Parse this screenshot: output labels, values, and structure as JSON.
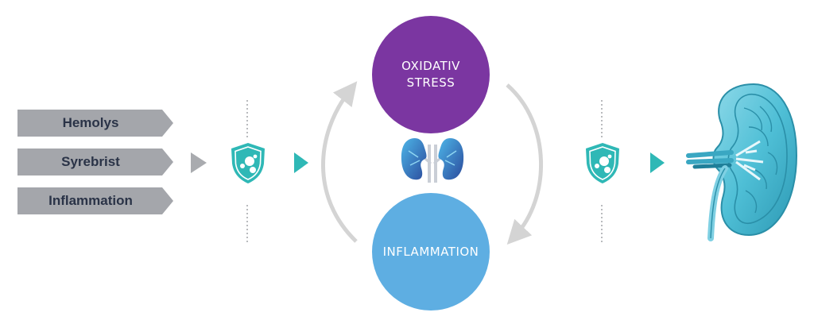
{
  "inputs": [
    {
      "label": "Hemolys"
    },
    {
      "label": "Syrebrist"
    },
    {
      "label": "Inflammation"
    }
  ],
  "cycle": {
    "top_label": "OXIDATIV\nSTRESS",
    "bottom_label": "INFLAMMATION"
  },
  "colors": {
    "input_box": "#a4a6ab",
    "arrow_gray": "#a9abaf",
    "teal": "#2fb8b6",
    "oxidative_stress": "#7b36a1",
    "inflammation": "#5eaee2",
    "cycle_arrow": "#d4d4d4",
    "kidney": "#4fbfd6"
  },
  "icons": [
    "shield-icon",
    "kidney-pair-icon",
    "kidney-illustration"
  ]
}
